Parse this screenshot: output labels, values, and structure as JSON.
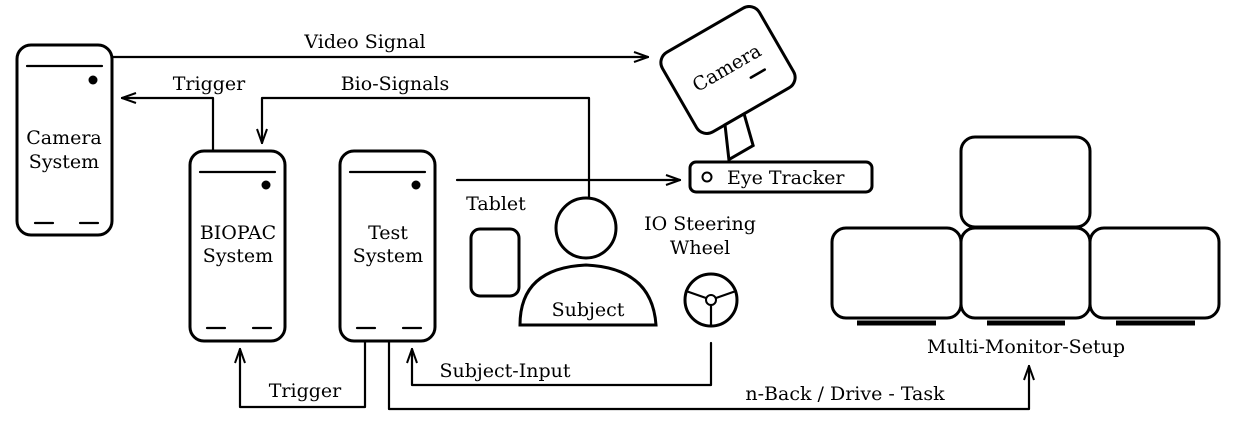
{
  "nodes": {
    "camera_system": {
      "line1": "Camera",
      "line2": "System"
    },
    "biopac_system": {
      "line1": "BIOPAC",
      "line2": "System"
    },
    "test_system": {
      "line1": "Test",
      "line2": "System"
    },
    "camera": "Camera",
    "eye_tracker": "Eye Tracker",
    "tablet": "Tablet",
    "subject": "Subject",
    "steering_wheel": {
      "line1": "IO Steering",
      "line2": "Wheel"
    },
    "multi_monitor": "Multi-Monitor-Setup"
  },
  "edges": {
    "video_signal": "Video Signal",
    "trigger_top": "Trigger",
    "bio_signals": "Bio-Signals",
    "trigger_bottom": "Trigger",
    "subject_input": "Subject-Input",
    "nback_task": "n-Back / Drive - Task"
  }
}
